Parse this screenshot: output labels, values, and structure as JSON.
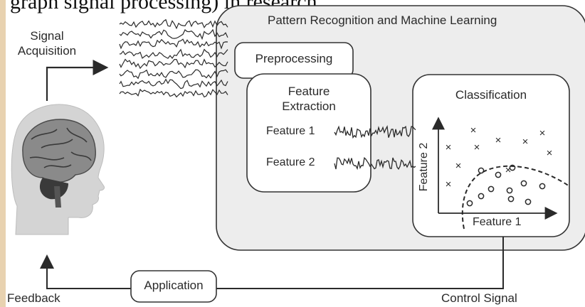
{
  "caption_fragment": "graph signal processing) in research.",
  "labels": {
    "signal_acquisition": "Signal\nAcquisition",
    "pattern_recognition": "Pattern Recognition and Machine Learning",
    "preprocessing": "Preprocessing",
    "feature_extraction": "Feature\nExtraction",
    "feature_1": "Feature 1",
    "feature_2": "Feature 2",
    "classification": "Classification",
    "axis_y": "Feature 2",
    "axis_x": "Feature 1",
    "application": "Application",
    "feedback": "Feedback",
    "control_signal": "Control Signal"
  },
  "colors": {
    "line": "#2a2a2a",
    "panel_bg": "#ededed",
    "brain": "#7a7a7a",
    "head": "#d0d0d0"
  }
}
